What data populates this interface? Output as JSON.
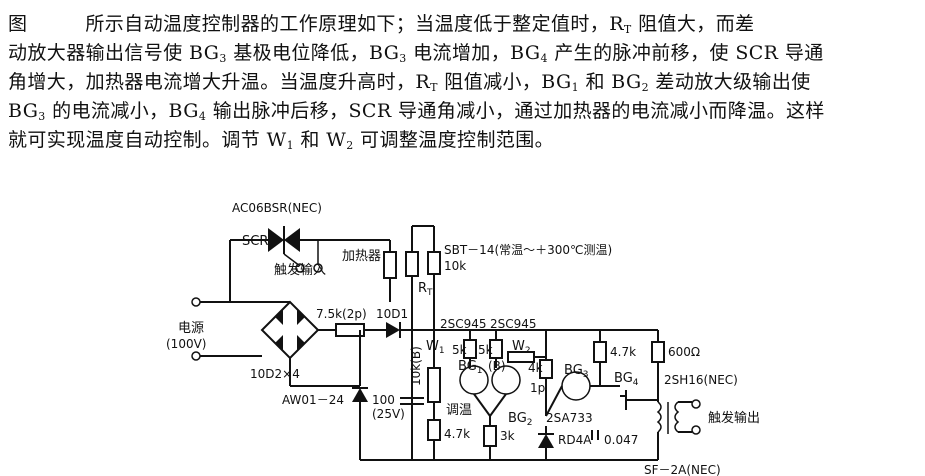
{
  "text": {
    "line1": {
      "a": "图",
      "b": "所示自动温度控制器的工作原理如下；当温度低于整定值时，",
      "rt1": "R",
      "rt1_sub": "T",
      "c": " 阻值大，而差"
    },
    "line2": {
      "a": "动放大器输出信号使 BG",
      "s1": "3",
      "b": " 基极电位降低，BG",
      "s2": "3",
      "c": " 电流增加，BG",
      "s3": "4",
      "d": " 产生的脉冲前移，使 SCR 导通"
    },
    "line3": {
      "a": "角增大，加热器电流增大升温。当温度升高时，R",
      "s1": "T",
      "b": " 阻值减小，BG",
      "s2": "1",
      "c": " 和 BG",
      "s3": "2",
      "d": " 差动放大级输出使"
    },
    "line4": {
      "a": "BG",
      "s1": "3",
      "b": " 的电流减小，BG",
      "s2": "4",
      "c": " 输出脉冲后移，SCR 导通角减小，通过加热器的电流减小而降温。这样"
    },
    "line5": {
      "a": "就可实现温度自动控制。调节 W",
      "s1": "1",
      "b": " 和 W",
      "s2": "2",
      "c": " 可调整温度控制范围。"
    }
  },
  "circuit": {
    "scr_part": "AC06BSR(NEC)",
    "scr": "SCR",
    "trigger_in": "触发输入",
    "heater": "加热器",
    "sensor": "SBT－14(常温～＋300℃测温)",
    "r_10k_top": "10k",
    "rt": "R",
    "rt_sub": "T",
    "power": "电源",
    "power_v": "(100V)",
    "r_drop": "7.5k(2p)",
    "diode1": "10D1",
    "bridge": "10D2×4",
    "q_pair1": "2SC945",
    "q_pair2": "2SC945",
    "w1": "W",
    "w1_sub": "1",
    "w2": "W",
    "w2_sub": "2",
    "r5k_a": "5k",
    "r5k_b": "5k",
    "bg1": "BG",
    "bg1_sub": "1",
    "bg1_b": "(B)",
    "r_10k_b": "10k(B)",
    "tune": "调温",
    "zener": "AW01－24",
    "cap100": "100",
    "cap100_v": "(25V)",
    "r4k": "4k",
    "r1p": "1p",
    "bg3": "BG",
    "bg3_sub": "3",
    "bg2": "BG",
    "bg2_sub": "2",
    "q3": "2SA733",
    "r47k_a": "4.7k",
    "r47k_b": "4.7k",
    "r3k": "3k",
    "rd4a": "RD4A",
    "cap047": "0.047",
    "r600": "600Ω",
    "bg4": "BG",
    "bg4_sub": "4",
    "q4": "2SH16(NEC)",
    "trigger_out": "触发输出",
    "xfmr": "SF－2A(NEC)"
  }
}
